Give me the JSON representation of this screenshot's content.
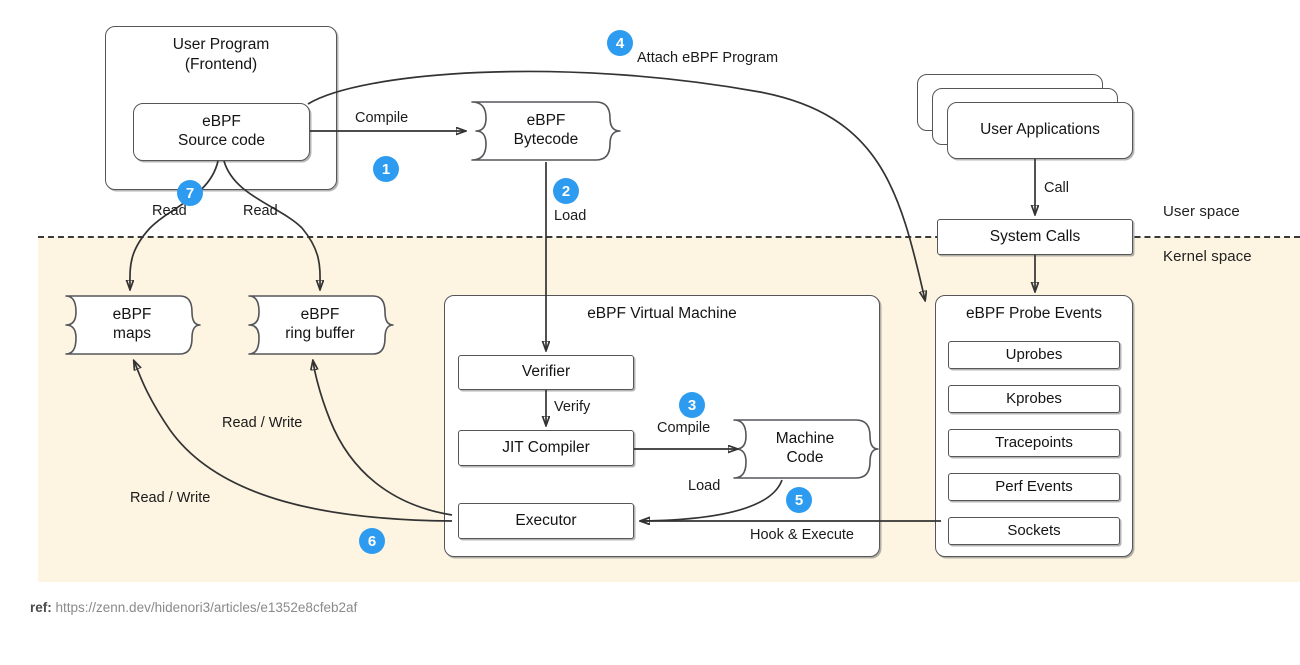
{
  "diagram": {
    "title": "eBPF architecture workflow",
    "colors": {
      "badge_blue": "#2D9CF0",
      "kernel_space_bg": "#FDF5E2",
      "node_border": "#55565a",
      "arrow": "#333333",
      "footer_text": "#8a8a8a"
    },
    "spaces": {
      "user_space_label": "User space",
      "kernel_space_label": "Kernel space"
    },
    "nodes": {
      "user_program": {
        "title": "User Program",
        "subtitle": "(Frontend)",
        "full": "User Program\n(Frontend)"
      },
      "ebpf_source_code": {
        "line1": "eBPF",
        "line2": "Source code"
      },
      "ebpf_bytecode": {
        "line1": "eBPF",
        "line2": "Bytecode"
      },
      "user_applications": {
        "label": "User Applications"
      },
      "system_calls": {
        "label": "System Calls"
      },
      "ebpf_maps": {
        "line1": "eBPF",
        "line2": "maps"
      },
      "ebpf_ring_buffer": {
        "line1": "eBPF",
        "line2": "ring buffer"
      },
      "ebpf_virtual_machine": {
        "title": "eBPF Virtual Machine"
      },
      "verifier": {
        "label": "Verifier"
      },
      "jit_compiler": {
        "label": "JIT Compiler"
      },
      "machine_code": {
        "line1": "Machine",
        "line2": "Code"
      },
      "executor": {
        "label": "Executor"
      },
      "ebpf_probe_events": {
        "title": "eBPF Probe Events",
        "items": [
          {
            "label": "Uprobes"
          },
          {
            "label": "Kprobes"
          },
          {
            "label": "Tracepoints"
          },
          {
            "label": "Perf Events"
          },
          {
            "label": "Sockets"
          }
        ]
      }
    },
    "edges": [
      {
        "id": "compile-1",
        "label": "Compile"
      },
      {
        "id": "attach-4",
        "label": "Attach eBPF Program"
      },
      {
        "id": "load-2",
        "label": "Load"
      },
      {
        "id": "call",
        "label": "Call"
      },
      {
        "id": "read-maps-7",
        "label": "Read"
      },
      {
        "id": "read-ringbuf-7",
        "label": "Read"
      },
      {
        "id": "verify",
        "label": "Verify"
      },
      {
        "id": "compile-3",
        "label": "Compile"
      },
      {
        "id": "load-machinecode",
        "label": "Load"
      },
      {
        "id": "hook-execute-5",
        "label": "Hook & Execute"
      },
      {
        "id": "rw-ringbuf",
        "label": "Read / Write"
      },
      {
        "id": "rw-maps-6",
        "label": "Read / Write"
      }
    ],
    "badges": [
      {
        "number": "1"
      },
      {
        "number": "2"
      },
      {
        "number": "3"
      },
      {
        "number": "4"
      },
      {
        "number": "5"
      },
      {
        "number": "6"
      },
      {
        "number": "7"
      }
    ],
    "footer": {
      "ref_tag": "ref:",
      "url": " https://zenn.dev/hidenori3/articles/e1352e8cfeb2af"
    }
  }
}
